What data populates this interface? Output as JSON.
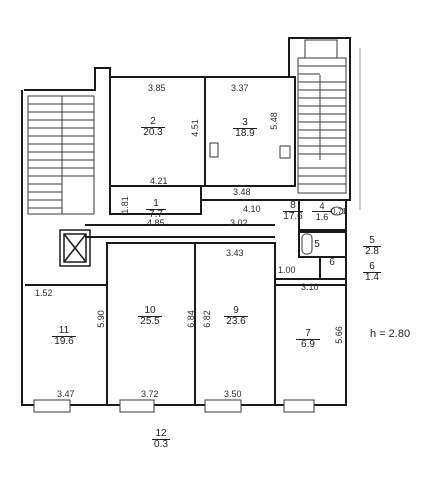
{
  "height_note": "h  =  2.80",
  "rooms": [
    {
      "id": "room-1",
      "number": "1",
      "area": "7.7"
    },
    {
      "id": "room-2",
      "number": "2",
      "area": "20.3"
    },
    {
      "id": "room-3",
      "number": "3",
      "area": "18.9"
    },
    {
      "id": "room-4",
      "number": "4",
      "area": "1.6"
    },
    {
      "id": "room-5-inner",
      "number": "5",
      "area": ""
    },
    {
      "id": "room-5",
      "number": "5",
      "area": "2.8"
    },
    {
      "id": "room-6-inner",
      "number": "6",
      "area": ""
    },
    {
      "id": "room-6",
      "number": "6",
      "area": "1.4"
    },
    {
      "id": "room-7",
      "number": "7",
      "area": "6.9"
    },
    {
      "id": "room-8",
      "number": "8",
      "area": "17.6"
    },
    {
      "id": "room-9",
      "number": "9",
      "area": "23.6"
    },
    {
      "id": "room-10",
      "number": "10",
      "area": "25.5"
    },
    {
      "id": "room-11",
      "number": "11",
      "area": "19.6"
    },
    {
      "id": "room-12",
      "number": "12",
      "area": "0.3"
    }
  ],
  "dims": [
    "3.85",
    "3.37",
    "4.51",
    "5.48",
    "4.21",
    "3.48",
    "1.81",
    "4.85",
    "4.10",
    "3.02",
    "3.43",
    "0.71",
    "1.00",
    "3.10",
    "1.52",
    "5.90",
    "6.84",
    "6.82",
    "5.66",
    "3.47",
    "3.72",
    "3.50"
  ],
  "colors": {
    "wall": "#1a1a1a",
    "stair": "#3a3a3a",
    "line": "#444444"
  }
}
